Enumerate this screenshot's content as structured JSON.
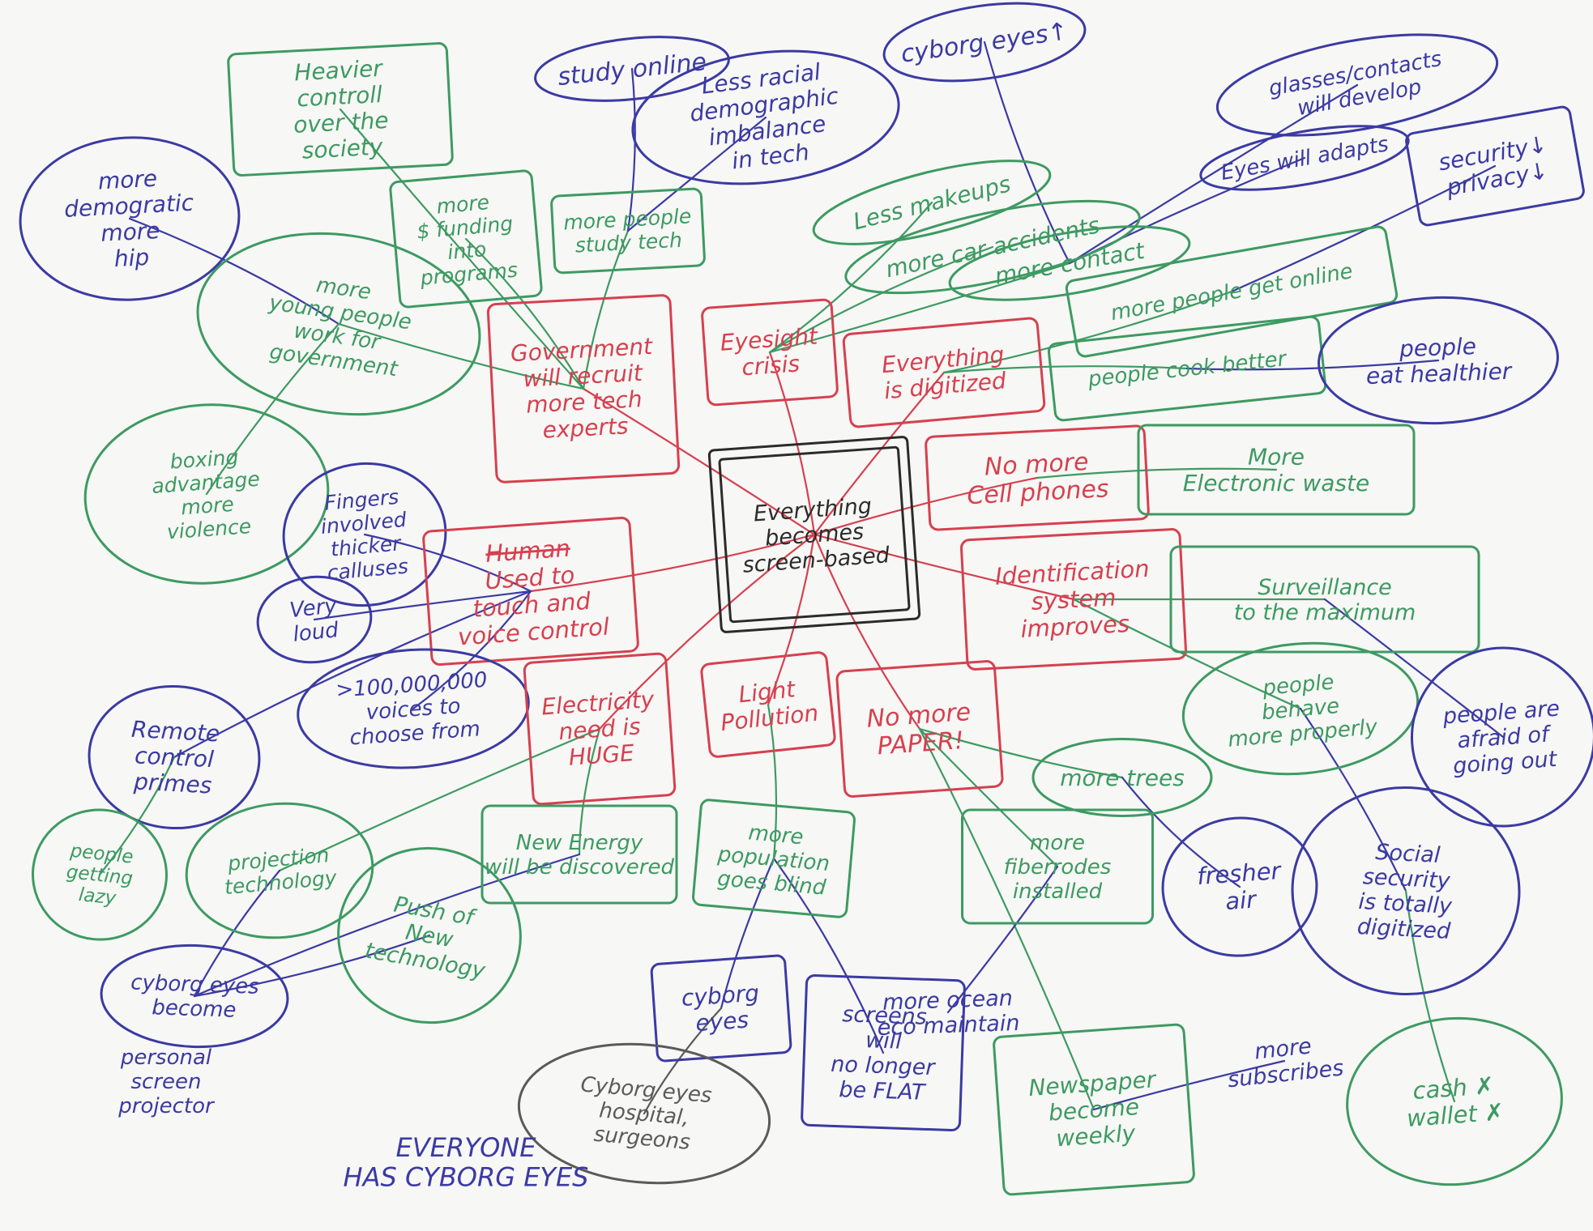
{
  "colors": {
    "paper": "#f7f7f5",
    "red": "#d6404f",
    "green": "#3d9a62",
    "blue": "#3b3aa3",
    "black": "#2b2b2b",
    "gray": "#5a5a5a"
  },
  "center": {
    "lines": [
      "Everything",
      "becomes",
      "screen-based"
    ]
  },
  "nodes": [
    {
      "id": "study-online",
      "color": "blue",
      "lines": [
        "study online"
      ]
    },
    {
      "id": "cyborg-eyes-up",
      "color": "blue",
      "lines": [
        "cyborg eyes↑"
      ]
    },
    {
      "id": "heavier-control",
      "color": "green",
      "lines": [
        "Heavier",
        "controll",
        "over the",
        "society"
      ]
    },
    {
      "id": "less-racial",
      "color": "blue",
      "lines": [
        "Less racial",
        "demographic",
        "imbalance",
        "in tech"
      ]
    },
    {
      "id": "glasses-contacts",
      "color": "blue",
      "lines": [
        "glasses/contacts",
        "will develop"
      ]
    },
    {
      "id": "eyes-adapts",
      "color": "blue",
      "lines": [
        "Eyes will adapts"
      ]
    },
    {
      "id": "security-privacy",
      "color": "blue",
      "lines": [
        "security↓",
        "privacy↓"
      ]
    },
    {
      "id": "more-democratic",
      "color": "blue",
      "lines": [
        "more",
        "demogratic",
        "more",
        "hip"
      ]
    },
    {
      "id": "more-funding",
      "color": "green",
      "lines": [
        "more",
        "$ funding",
        "into",
        "programs"
      ]
    },
    {
      "id": "more-people-study",
      "color": "green",
      "lines": [
        "more people",
        "study tech"
      ]
    },
    {
      "id": "less-makeups",
      "color": "green",
      "lines": [
        "Less makeups"
      ]
    },
    {
      "id": "more-car-accidents",
      "color": "green",
      "lines": [
        "more car accidents"
      ]
    },
    {
      "id": "more-contact",
      "color": "green",
      "lines": [
        "more contact"
      ]
    },
    {
      "id": "more-people-online",
      "color": "green",
      "lines": [
        "more people get online"
      ]
    },
    {
      "id": "young-people",
      "color": "green",
      "lines": [
        "more",
        "young people",
        "work for",
        "government"
      ]
    },
    {
      "id": "government",
      "color": "red",
      "lines": [
        "Government",
        "will recruit",
        "more tech",
        "experts"
      ]
    },
    {
      "id": "eyesight",
      "color": "red",
      "lines": [
        "Eyesight",
        "crisis"
      ]
    },
    {
      "id": "digitized",
      "color": "red",
      "lines": [
        "Everything",
        "is digitized"
      ]
    },
    {
      "id": "cook-better",
      "color": "green",
      "lines": [
        "people cook better"
      ]
    },
    {
      "id": "eat-healthier",
      "color": "blue",
      "lines": [
        "people",
        "eat healthier"
      ]
    },
    {
      "id": "boxing",
      "color": "green",
      "lines": [
        "boxing",
        "advantage",
        "more",
        "violence"
      ]
    },
    {
      "id": "no-cellphones",
      "color": "red",
      "lines": [
        "No more",
        "Cell phones"
      ]
    },
    {
      "id": "e-waste",
      "color": "green",
      "lines": [
        "More",
        "Electronic waste"
      ]
    },
    {
      "id": "fingers",
      "color": "blue",
      "lines": [
        "Fingers",
        "involved",
        "thicker",
        "calluses"
      ]
    },
    {
      "id": "touch-voice",
      "color": "red",
      "strike": "Human",
      "lines": [
        "Used to",
        "touch and",
        "voice control"
      ]
    },
    {
      "id": "identification",
      "color": "red",
      "lines": [
        "Identification",
        "system",
        "improves"
      ]
    },
    {
      "id": "surveillance",
      "color": "green",
      "lines": [
        "Surveillance",
        "to the maximum"
      ]
    },
    {
      "id": "very-loud",
      "color": "blue",
      "lines": [
        "Very",
        "loud"
      ]
    },
    {
      "id": "voices",
      "color": "blue",
      "lines": [
        ">100,000,000",
        "voices to",
        "choose from"
      ]
    },
    {
      "id": "electricity",
      "color": "red",
      "lines": [
        "Electricity",
        "need is",
        "HUGE"
      ]
    },
    {
      "id": "light-pollution",
      "color": "red",
      "lines": [
        "Light",
        "Pollution"
      ]
    },
    {
      "id": "no-paper",
      "color": "red",
      "lines": [
        "No more",
        "PAPER!"
      ]
    },
    {
      "id": "behave",
      "color": "green",
      "lines": [
        "people",
        "behave",
        "more properly"
      ]
    },
    {
      "id": "afraid",
      "color": "blue",
      "lines": [
        "people are",
        "afraid of",
        "going out"
      ]
    },
    {
      "id": "remote",
      "color": "blue",
      "lines": [
        "Remote",
        "control",
        "primes"
      ]
    },
    {
      "id": "more-trees",
      "color": "green",
      "lines": [
        "more trees"
      ]
    },
    {
      "id": "new-energy",
      "color": "green",
      "lines": [
        "New Energy",
        "will be discovered"
      ]
    },
    {
      "id": "goes-blind",
      "color": "green",
      "lines": [
        "more",
        "population",
        "goes blind"
      ]
    },
    {
      "id": "fiberrodes",
      "color": "green",
      "lines": [
        "more",
        "fiberrodes",
        "installed"
      ]
    },
    {
      "id": "fresher-air",
      "color": "blue",
      "lines": [
        "fresher",
        "air"
      ]
    },
    {
      "id": "social-security",
      "color": "blue",
      "lines": [
        "Social",
        "security",
        "is totally",
        "digitized"
      ]
    },
    {
      "id": "lazy",
      "color": "green",
      "lines": [
        "people",
        "getting",
        "lazy"
      ]
    },
    {
      "id": "projection",
      "color": "green",
      "lines": [
        "projection",
        "technology"
      ]
    },
    {
      "id": "push-tech",
      "color": "green",
      "lines": [
        "Push of",
        "New",
        "technology"
      ]
    },
    {
      "id": "cyborg-projector",
      "color": "blue",
      "lines": [
        "cyborg eyes",
        "become"
      ]
    },
    {
      "id": "cyborg-eyes",
      "color": "blue",
      "lines": [
        "cyborg",
        "eyes"
      ]
    },
    {
      "id": "not-flat",
      "color": "blue",
      "lines": [
        "screens",
        "will",
        "no longer",
        "be FLAT"
      ]
    },
    {
      "id": "ocean",
      "color": "blue",
      "lines": [
        "more ocean",
        "eco maintain"
      ]
    },
    {
      "id": "subscribes",
      "color": "blue",
      "lines": [
        "more",
        "subscribes"
      ]
    },
    {
      "id": "newspaper",
      "color": "green",
      "lines": [
        "Newspaper",
        "become",
        "weekly"
      ]
    },
    {
      "id": "cash-wallet",
      "color": "green",
      "lines": [
        "cash ✗",
        "wallet ✗"
      ]
    },
    {
      "id": "hospital",
      "color": "gray",
      "lines": [
        "Cyborg eyes",
        "hospital,",
        "surgeons"
      ]
    }
  ],
  "free_text": [
    {
      "id": "personal-projector",
      "color": "blue",
      "lines": [
        "personal",
        "screen",
        "projector"
      ]
    },
    {
      "id": "everyone-cyborg",
      "color": "blue",
      "lines": [
        "EVERYONE",
        "HAS CYBORG EYES"
      ]
    }
  ]
}
